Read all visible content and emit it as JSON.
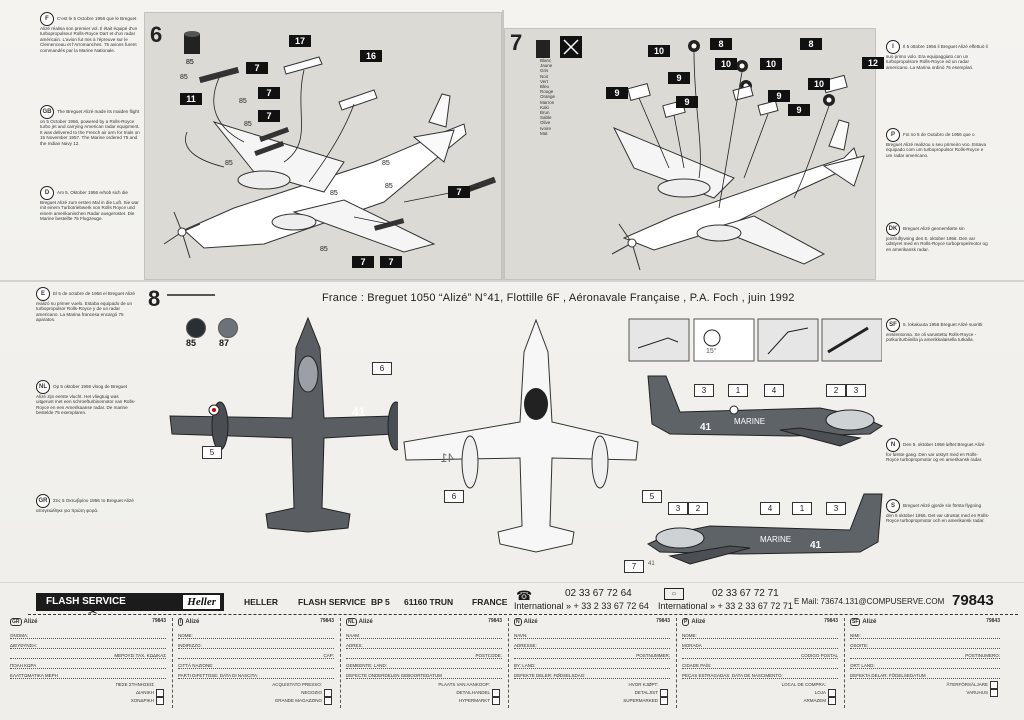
{
  "header": {
    "caption": "France : Breguet 1050 “Alizé” N°41, Flottille 6F , Aéronavale Française , P.A. Foch , juin 1992"
  },
  "steps": {
    "s6": "6",
    "s7": "7",
    "s8": "8"
  },
  "step6": {
    "parts": [
      "7",
      "17",
      "16",
      "7",
      "7",
      "11",
      "7",
      "7",
      "7"
    ],
    "refs85": [
      "85",
      "85",
      "85",
      "85",
      "85",
      "85",
      "85",
      "85"
    ],
    "paint": "85"
  },
  "step7": {
    "parts": [
      "10",
      "8",
      "10",
      "10",
      "8",
      "10",
      "12",
      "9",
      "9",
      "9",
      "9",
      "9"
    ],
    "colors": [
      "Blanc",
      "Jaune",
      "Gris",
      "Noir",
      "Vert",
      "Bleu",
      "Rouge",
      "Orange",
      "Marron",
      "Kaki",
      "Brun",
      "Sable",
      "Olive",
      "Ivoire",
      "Mat"
    ]
  },
  "paints": [
    {
      "code": "85",
      "color": "#2b2f34"
    },
    {
      "code": "87",
      "color": "#6d7278"
    }
  ],
  "decals": {
    "marking_41": "41",
    "marine": "MARINE",
    "labels_top": [
      "6",
      "5"
    ],
    "labels_bottom": [
      "6",
      "5"
    ],
    "labels_side1": [
      "3",
      "1",
      "4",
      "2",
      "3"
    ],
    "labels_side2": [
      "3",
      "2",
      "4",
      "1",
      "3",
      "7"
    ],
    "angle": "15°"
  },
  "languages": {
    "F": "C'est le 5 Octobre 1956 que le Breguet Alizé réalisa son premier vol. Il était équipé d'un turbopropulseur Rolls-Royce Dart et d'un radar américain. L'avion fut mis à l'épreuve sur le Clemenceau et l'Arromanches. 75 avions furent commandés par la Marine Nationale.",
    "GB": "The Breguet Alizé made its maiden flight on 5 October 1956, powered by a Rolls-Royce turbo jet and carrying American radar equipment. It was delivered to the French air arm for trials on 15 November 1957. The Marine ordered 75 and the Indian Navy 12.",
    "D": "Am 5. Oktober 1956 erhob sich die Breguet Alizé zum ersten Mal in die Luft. Sie war mit einem Turbotriebwerk von Rolls Royce und einem amerikanischen Radar ausgerüstet. Die Marine bestellte 75 Flugzeuge.",
    "E": "El 5 de octubre de 1956 el Breguet Alizé realizó su primer vuelo. Estaba equipado de un turbopropulsor Rolls-Royce y de un radar americano. La Marina francesa encargó 75 aparatos.",
    "NL": "Op 5 oktober 1956 vloog de Breguet Alizé zijn eerste vlucht. Het vliegtuig was uitgerust met een schroefturbinemotor van Rolls-Royce en een Amerikaanse radar. De marine bestelde 75 exemplaren.",
    "GR": "Στις 5 Οκτωβρίου 1956 το Breguet Alizé απογειώθηκε για πρώτη φορά.",
    "I": "Il 5 ottobre 1956 il Breguet Alizé effettuò il suo primo volo. Era equipaggiato con un turbopropulsore Rolls-Royce ed un radar americano. La Marina ordinò 75 esemplari.",
    "P": "Foi no 5 de Outubro de 1956 que o Breguet Alizé realizou o seu primeiro voo. Estava equipado com um turbopropulsor Rolls-Royce e um radar americano.",
    "DK": "Breguet Alizé gennemførte sin jomfruflyvning den 5. oktober 1956. Den var udstyret med en Rolls-Royce turbopropelmotor og en amerikansk radar.",
    "SF": "5. lokakuuta 1956 Breguet Alizé suoritti ensilentonsa. Se oli varustettu Rolls-Royce -potkuriturbiinilla ja amerikkalaisella tutkalla.",
    "N": "Den 5. oktober 1956 løftet Breguet Alizé for første gang. Den var utstyrt med en Rolls-Royce turbopropmotor og en amerikansk radar.",
    "S": "Breguet Alizé gjorde sin första flygning den 5 oktober 1956. Det var utrustat med en Rolls-Royce turbopropmotor och en amerikansk radar."
  },
  "footer": {
    "flash": "FLASH SERVICE",
    "brand": "Heller",
    "company": "HELLER",
    "service": "FLASH SERVICE",
    "bp": "BP 5",
    "city": "61160 TRUN",
    "country": "FRANCE",
    "phone1": "02 33 67 72 64",
    "phone1_int": "International » + 33 2 33 67 72 64",
    "fax": "02 33 67 72 71",
    "fax_int": "International » + 33 2 33 67 72 71",
    "email": "E Mail: 73674.131@COMPUSERVE.COM",
    "ref": "79843"
  },
  "forms": [
    {
      "tag": "GR",
      "title": "Alizé",
      "num": "79843",
      "rows": [
        "ΟΝΟΜΑ:",
        "ΔΙΕΥΘΥΝΣΗ:",
        "ΜΕΡΟΥΣΙ ΤΑΧ. ΚΩΔΙΚΑΣ",
        "ΠΟΛΗ  ΚΩΡΑ",
        "ΕΛΑΤΤΩΜΑΤΙΚΑ ΜΕΡΗ"
      ]
    },
    {
      "tag": "I",
      "title": "Alizé",
      "num": "79843",
      "rows": [
        "NOME:",
        "INDIRIZZO:",
        "CAP:",
        "CITTÀ  NAZIONE:",
        "PARTI DIFETTOSE:  DATA DI NASCITA:"
      ]
    },
    {
      "tag": "NL",
      "title": "Alizé",
      "num": "79843",
      "rows": [
        "NAAM",
        "ADRES:",
        "POSTCODE:",
        "GEMEENTE:  LAND:",
        "DEFECTE ONDERDELEN  GEBOORTEDATUM"
      ]
    },
    {
      "tag": "N",
      "title": "Alizé",
      "num": "79843",
      "rows": [
        "NAVN:",
        "ADRESSE:",
        "POSTNUMMER:",
        "BY:  LAND:",
        "DEFEKTE DELER:  FØDSELSDAG:"
      ]
    },
    {
      "tag": "P",
      "title": "Alizé",
      "num": "79843",
      "rows": [
        "NOME:",
        "MORADA",
        "CODIGO POSTAL",
        "CIDADE  PAÍS:",
        "PEÇAS ESTRAGADAS:  DATA DE NASCIMENTO:"
      ]
    },
    {
      "tag": "SF",
      "title": "Alizé",
      "num": "79843",
      "rows": [
        "NIMI:",
        "OSOITE:",
        "POSTINUMERO:",
        "ORT:  LAND:",
        "DEFEKTA DELAR:  FÖDELSEDATUM"
      ]
    }
  ],
  "form_checks": [
    [
      "ΠΕΣΕ ΣΤΗΝΗΣΕΙΣ",
      "ΔΙΑΝΙΚΗ",
      "ΧΟΝΔΡΙΚΗ"
    ],
    [
      "ACQUISTATO PRESSO:",
      "NEGOZIO",
      "GRANDE MAGAZZINO"
    ],
    [
      "PLAATS VAN AANKOOP:",
      "DETAILHANDEL",
      "HYPERMARKT"
    ],
    [
      "HVOR KJØPT:",
      "DETALJIST",
      "SUPERMARKED"
    ],
    [
      "LOCAL DE COMPRA:",
      "LOJA",
      "ARMAZEM"
    ],
    [
      "ÅTERFÖRSÄLJARE",
      "VARUHUS",
      ""
    ]
  ]
}
